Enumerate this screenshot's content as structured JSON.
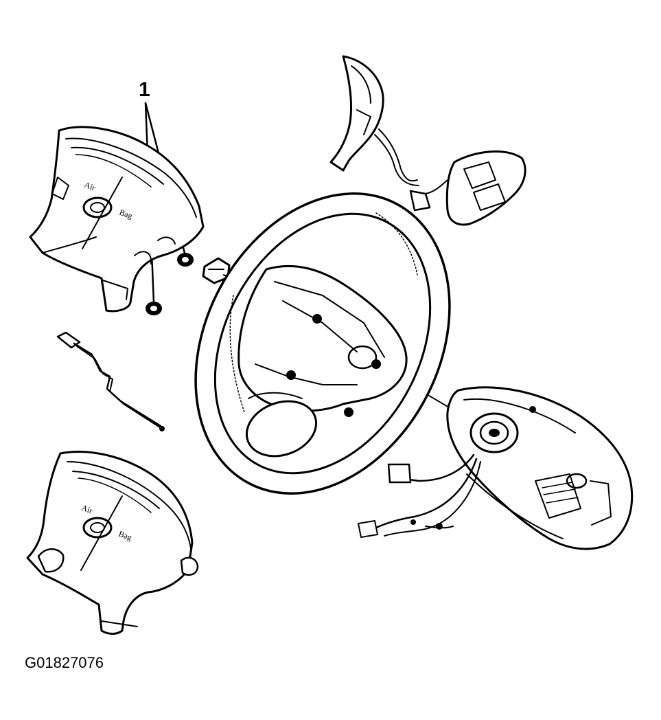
{
  "diagram": {
    "callout_label": "1",
    "figure_id": "G01827076",
    "cover_text_left": "Air",
    "cover_text_right": "Bag"
  }
}
